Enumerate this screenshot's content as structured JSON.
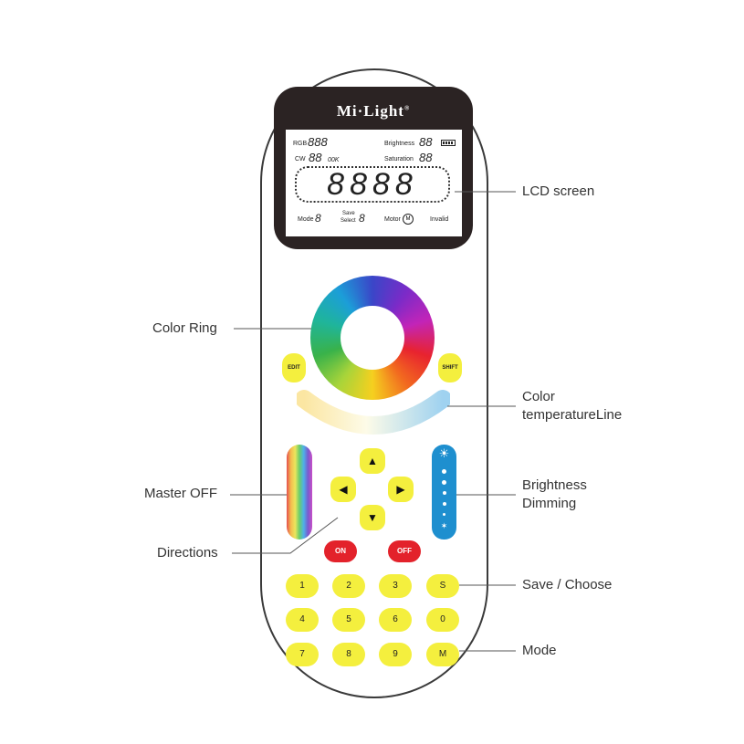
{
  "brand": "Mi·Light",
  "brand_mark": "®",
  "lcd": {
    "rgb": "RGB",
    "rgb_digits": "888",
    "brightness": "Brightness",
    "brightness_digits": "88",
    "cw": "CW",
    "cw_digits": "88",
    "cw_unit": "00K",
    "saturation": "Saturation",
    "saturation_digits": "88",
    "main_digits": "8888",
    "mode": "Mode",
    "mode_digit": "8",
    "save_select_1": "Save",
    "save_select_2": "Select",
    "save_digit": "8",
    "motor": "Motor",
    "motor_symbol": "M",
    "invalid": "Invalid"
  },
  "buttons": {
    "edit": "EDIT",
    "shift": "SHIFT",
    "on": "ON",
    "off": "OFF",
    "up": "▲",
    "left": "◀",
    "right": "▶",
    "down": "▼",
    "brightness_sun_top": "☀",
    "brightness_sun_bottom": "✶",
    "keys": [
      "1",
      "2",
      "3",
      "S",
      "4",
      "5",
      "6",
      "0",
      "7",
      "8",
      "9",
      "M"
    ]
  },
  "callouts": {
    "lcd_screen": "LCD screen",
    "color_ring": "Color Ring",
    "color_temp_1": "Color",
    "color_temp_2": "temperatureLine",
    "master_off": "Master OFF",
    "brightness_1": "Brightness",
    "brightness_2": "Dimming",
    "directions": "Directions",
    "save_choose": "Save / Choose",
    "mode": "Mode"
  },
  "colors": {
    "button_yellow": "#f4ef3e",
    "button_red": "#e3222b",
    "brightness_blue": "#1e8fcf",
    "lcd_frame": "#2b2323"
  }
}
